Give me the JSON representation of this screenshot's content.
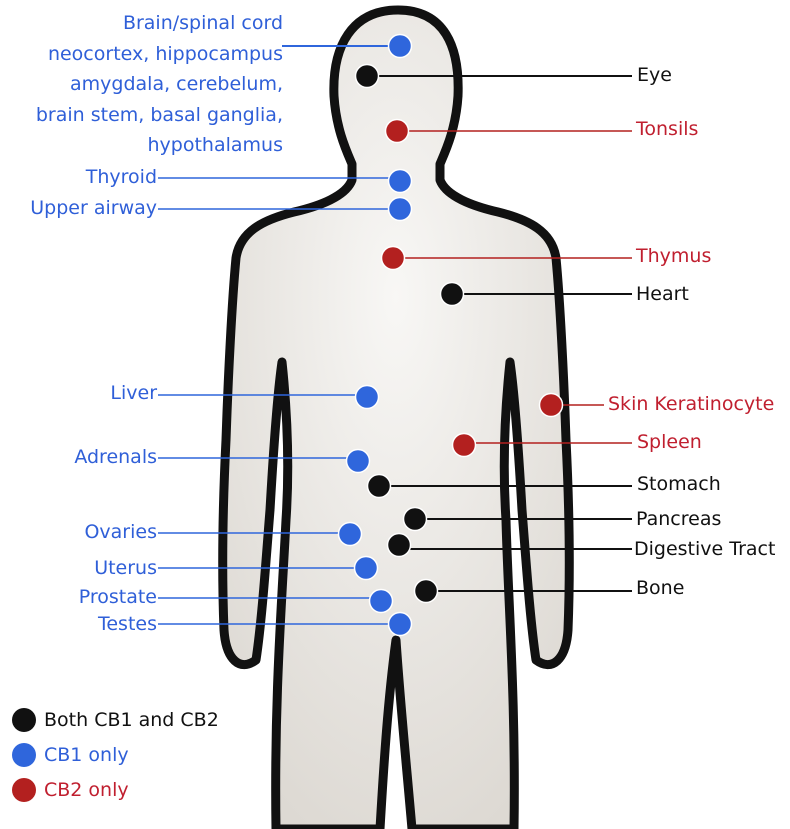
{
  "colors": {
    "both": "#111111",
    "cb1": "#2f66dc",
    "cb2": "#b3201f",
    "body_fill": "#e8e5e0",
    "body_stroke": "#111111"
  },
  "labels": {
    "brain_lines": [
      "Brain/spinal cord",
      "neocortex, hippocampus",
      "amygdala, cerebelum,",
      "brain stem, basal ganglia,",
      "hypothalamus"
    ],
    "eye": "Eye",
    "tonsils": "Tonsils",
    "thyroid": "Thyroid",
    "upper_airway": "Upper airway",
    "thymus": "Thymus",
    "heart": "Heart",
    "liver": "Liver",
    "adrenals": "Adrenals",
    "skin_keratinocyte": "Skin Keratinocyte",
    "spleen": "Spleen",
    "stomach": "Stomach",
    "pancreas": "Pancreas",
    "digestive_tract": "Digestive Tract",
    "ovaries": "Ovaries",
    "uterus": "Uterus",
    "bone": "Bone",
    "prostate": "Prostate",
    "testes": "Testes"
  },
  "legend": {
    "both": "Both CB1 and CB2",
    "cb1": "CB1 only",
    "cb2": "CB2 only"
  }
}
